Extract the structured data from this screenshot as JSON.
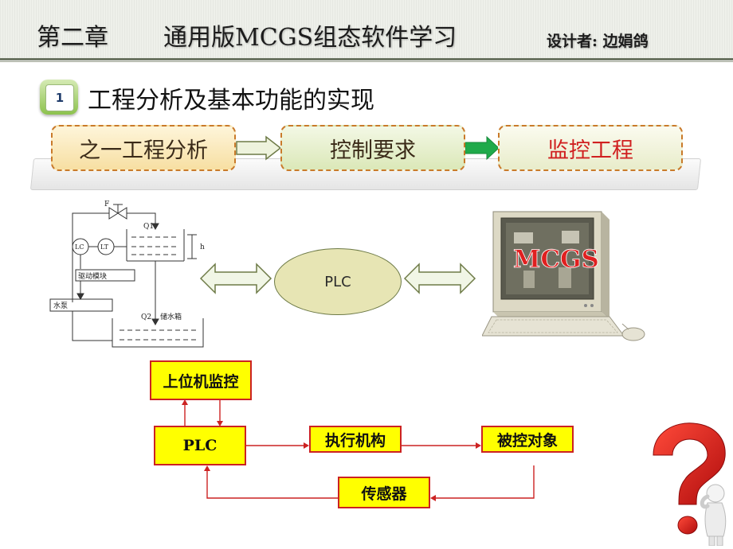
{
  "header": {
    "chapter": "第二章",
    "course_title": "通用版MCGS组态软件学习",
    "designer": "设计者:  边娟鸽"
  },
  "section": {
    "number": "1",
    "title": "工程分析及基本功能的实现"
  },
  "steps": [
    {
      "label": "之一工程分析"
    },
    {
      "label": "控制要求"
    },
    {
      "label": "监控工程"
    }
  ],
  "tank_diagram": {
    "valve_label": "F",
    "inflow_label": "Q1",
    "level_label": "h",
    "controller_label": "LC",
    "transmitter_label": "LT",
    "driver_label": "驱动模块",
    "pump_label": "水泵",
    "outflow_label": "Q2",
    "reservoir_label": "储水箱"
  },
  "middle": {
    "plc_label": "PLC",
    "screen_logo": "MCGS"
  },
  "control_loop": {
    "host": "上位机监控",
    "plc": "PLC",
    "actuator": "执行机构",
    "object": "被控对象",
    "sensor": "传感器"
  },
  "colors": {
    "box_fill": "#ffff00",
    "box_border": "#cc2222",
    "highlight_text": "#d02020",
    "badge_green": "#8cc24c"
  }
}
